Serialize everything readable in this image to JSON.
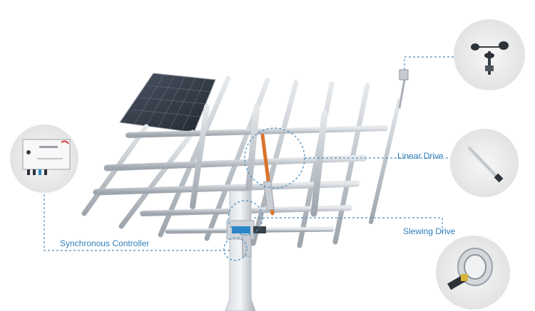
{
  "labels": {
    "synchronous_controller": "Synchronous Controller",
    "linear_drive": "Linear Drive",
    "slewing_drive": "Slewing Drive"
  },
  "colors": {
    "callout_line": "#4a90c2",
    "label_text": "#2f7fb8",
    "frame_metal": "#c9ced4",
    "actuator": "#d9742c",
    "panel": "#2e3440",
    "circle_bg": "#ececec"
  },
  "icons": {
    "wind_sensor": "anemometer-icon",
    "linear_drive": "linear-actuator-icon",
    "slewing_drive": "slewing-drive-icon",
    "controller": "controller-box-icon"
  }
}
